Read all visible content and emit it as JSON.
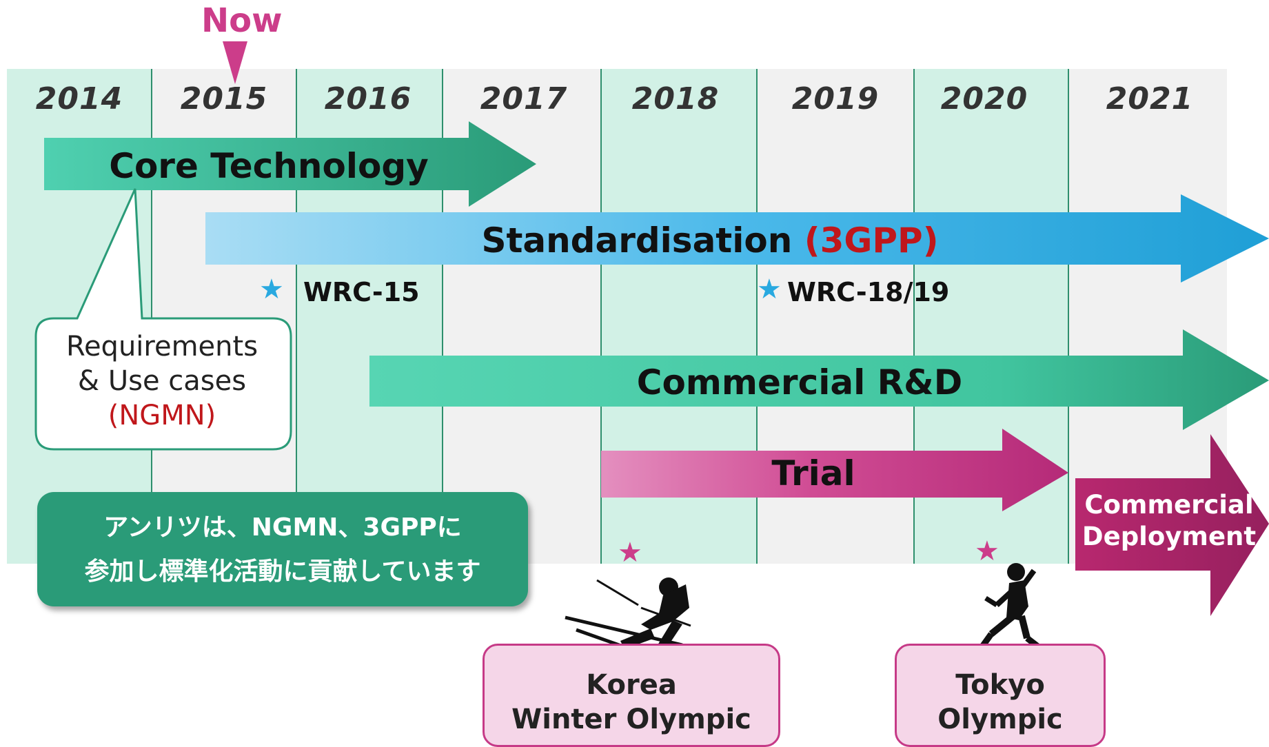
{
  "now": {
    "label": "Now"
  },
  "years": [
    "2014",
    "2015",
    "2016",
    "2017",
    "2018",
    "2019",
    "2020",
    "2021"
  ],
  "arrows": {
    "core": "Core Technology",
    "standard_main": "Standardisation",
    "standard_sub": "(3GPP)",
    "rnd": "Commercial R&D",
    "trial": "Trial",
    "deploy_line1": "Commercial",
    "deploy_line2": "Deployment"
  },
  "milestones": {
    "wrc15": "WRC-15",
    "wrc1819": "WRC-18/19",
    "star_glyph": "★"
  },
  "callout": {
    "line1": "Requirements",
    "line2": "& Use cases",
    "line3": "(NGMN)"
  },
  "anritsu": {
    "line1": "アンリツは、NGMN、3GPPに",
    "line2": "参加し標準化活動に貢献しています"
  },
  "events": {
    "korea_line1": "Korea",
    "korea_line2": "Winter Olympic",
    "tokyo_line1": "Tokyo",
    "tokyo_line2": "Olympic"
  },
  "colors": {
    "now": "#cc3d8a",
    "green": "#2a9b78",
    "blue": "#29a9e0",
    "magenta": "#c63a87",
    "red_text": "#c0171b"
  }
}
